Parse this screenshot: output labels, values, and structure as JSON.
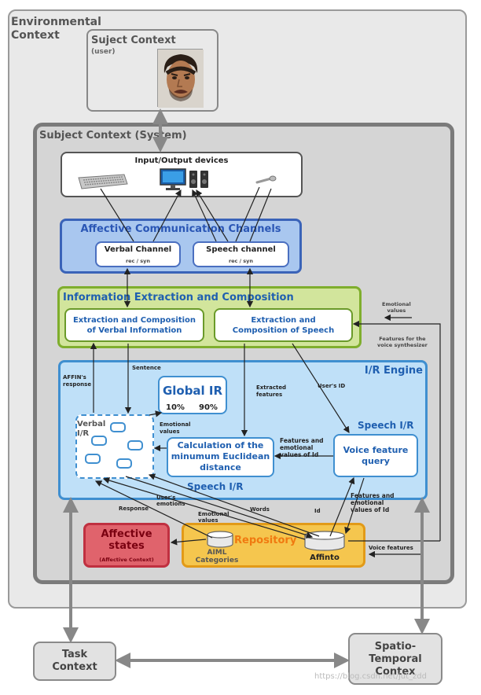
{
  "environmental_context": {
    "title_line1": "Environmental",
    "title_line2": "Context"
  },
  "subject_context": {
    "title": "Suject Context",
    "subtitle": "(user)"
  },
  "system_context": {
    "title": "Subject Context (System)"
  },
  "io_devices": {
    "title": "Input/Output devices"
  },
  "acc": {
    "title": "Affective Communication Channels",
    "verbal": {
      "title": "Verbal Channel",
      "sub": "rec / syn"
    },
    "speech": {
      "title": "Speech channel",
      "sub": "rec / syn"
    }
  },
  "iec": {
    "title": "Information Extraction and Composition",
    "verbal_line1": "Extraction and Composition",
    "verbal_line2": "of Verbal Information",
    "speech_line1": "Extraction and",
    "speech_line2": "Composition of Speech"
  },
  "ir_engine": {
    "title": "I/R Engine",
    "global_ir": {
      "title": "Global IR",
      "v1": "10%",
      "v2": "90%"
    },
    "verbal_ir": {
      "line1": "Verbal",
      "line2": "I/R"
    },
    "speech_ir": {
      "title": "Speech I/R",
      "bottom_title": "Speech I/R"
    },
    "calc": {
      "line1": "Calculation of the",
      "line2": "minumum Euclidean",
      "line3": "distance"
    },
    "voice_query": {
      "line1": "Voice feature",
      "line2": "query"
    }
  },
  "affective_states": {
    "line1": "Affective",
    "line2": "states",
    "sub": "(Affective Context)"
  },
  "repository": {
    "title": "Repository",
    "aiml_line1": "AIML",
    "aiml_line2": "Categories",
    "affinto": "Affinto"
  },
  "task_context": {
    "line1": "Task",
    "line2": "Context"
  },
  "spatio_context": {
    "line1": "Spatio-",
    "line2": "Temporal",
    "line3": "Contex"
  },
  "labels": {
    "emotional_values_top1": "Emotional",
    "emotional_values_top2": "values",
    "features_synth1": "Features for the",
    "features_synth2": "voice synthesizer",
    "affins_response1": "AFFIN's",
    "affins_response2": "response",
    "sentence": "Sentence",
    "extracted1": "Extracted",
    "extracted2": "features",
    "users_id": "User's ID",
    "emo_values1": "Emotional",
    "emo_values2": "values",
    "feat_emo1": "Features and",
    "feat_emo2": "emotional",
    "feat_emo3": "values of Id",
    "feat_emo_b1": "Features and",
    "feat_emo_b2": "emotional",
    "feat_emo_b3": "values of Id",
    "response": "Response",
    "users_emotions1": "User's",
    "users_emotions2": "emotions",
    "emotional_values_b1": "Emotional",
    "emotional_values_b2": "values",
    "words": "Words",
    "id": "Id",
    "voice_features": "Voice features"
  },
  "watermark": "https://blog.csdn.net/jut_zdd",
  "icons": [
    "face-photo-icon",
    "keyboard-icon",
    "monitor-icon",
    "speakers-icon",
    "microphone-icon",
    "database-icon"
  ],
  "colors": {
    "acc_fill": "#a9c7ef",
    "acc_border": "#3a63b8",
    "iec_fill": "#d2e59c",
    "iec_border": "#7fae2d",
    "ir_fill": "#bfe0f8",
    "ir_border": "#3f8fd0",
    "affect_fill": "#e0636c",
    "repo_fill": "#f5c64e",
    "repo_border": "#e29a18"
  }
}
